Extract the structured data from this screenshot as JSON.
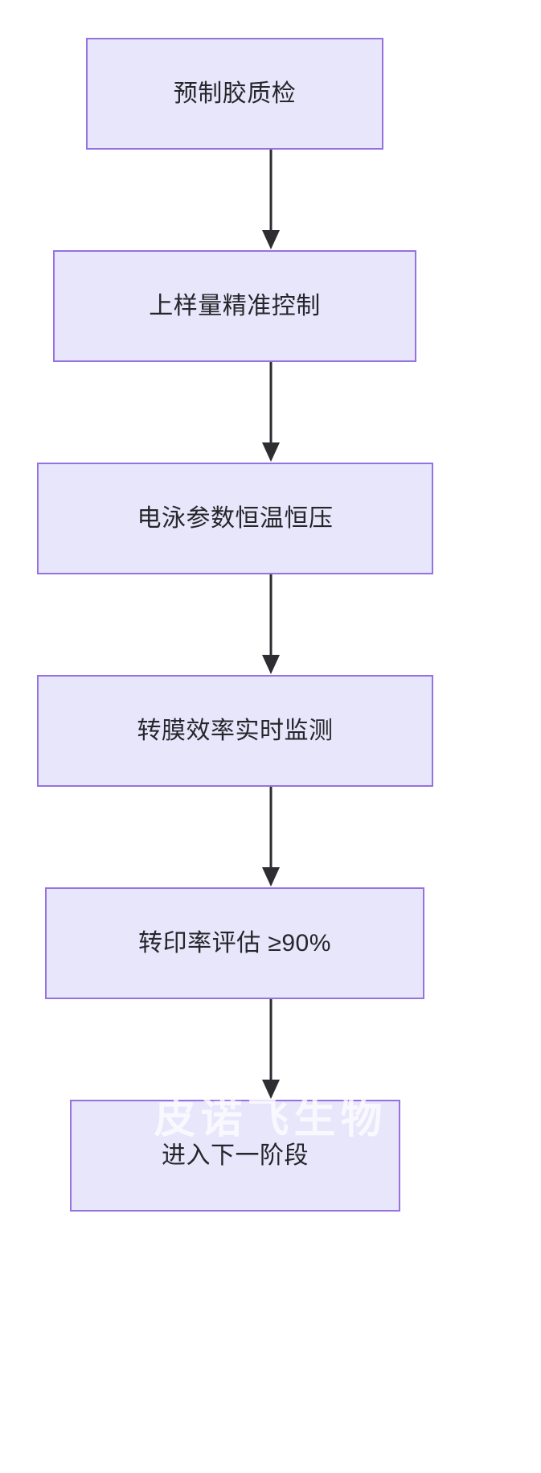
{
  "diagram": {
    "type": "flowchart",
    "orientation": "top-to-bottom",
    "background_color": "#ffffff",
    "node_fill_color": "#e8e6fb",
    "node_border_color": "#9672e0",
    "node_text_color": "#25262b",
    "edge_color": "#2e2e32",
    "nodes": [
      {
        "id": "n1",
        "label": "预制胶质检"
      },
      {
        "id": "n2",
        "label": "上样量精准控制"
      },
      {
        "id": "n3",
        "label": "电泳参数恒温恒压"
      },
      {
        "id": "n4",
        "label": "转膜效率实时监测"
      },
      {
        "id": "n5",
        "label": "转印率评估 ≥90%"
      },
      {
        "id": "n6",
        "label": "进入下一阶段"
      }
    ],
    "edges": [
      {
        "from": "n1",
        "to": "n2",
        "label": ""
      },
      {
        "from": "n2",
        "to": "n3",
        "label": ""
      },
      {
        "from": "n3",
        "to": "n4",
        "label": ""
      },
      {
        "from": "n4",
        "to": "n5",
        "label": ""
      },
      {
        "from": "n5",
        "to": "n6",
        "label": ""
      }
    ]
  },
  "watermark": {
    "text": "皮诺飞生物"
  }
}
